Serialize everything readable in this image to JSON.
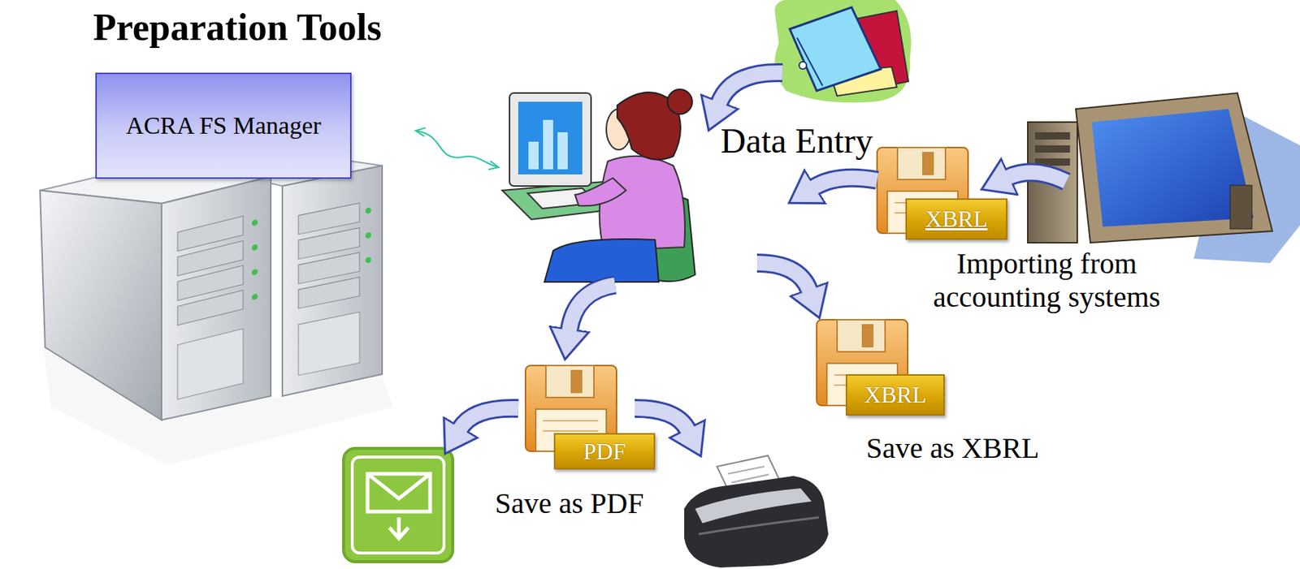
{
  "diagram": {
    "title": "Preparation Tools",
    "nodes": [
      {
        "text": [
          "ACRA FS Manager"
        ]
      },
      {
        "text": [
          "XBRL"
        ]
      },
      {
        "text": [
          "XBRL"
        ]
      },
      {
        "text": [
          "PDF"
        ]
      }
    ],
    "labels": [
      "Data Entry",
      "Importing from accounting systems",
      "Save as XBRL",
      "Save as PDF"
    ]
  }
}
